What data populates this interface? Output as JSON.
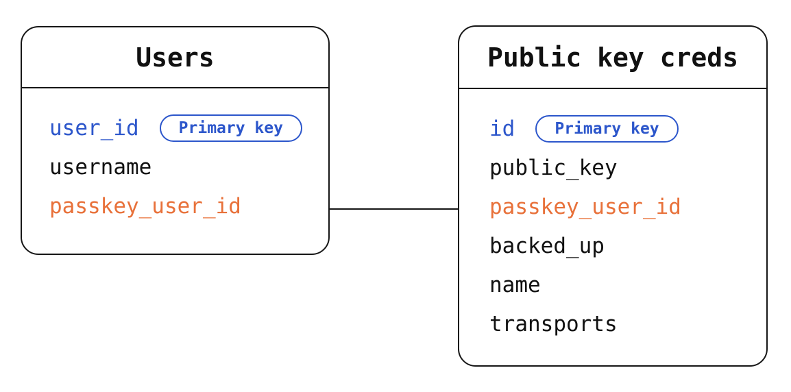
{
  "diagram": {
    "background": "#ffffff",
    "stroke_color": "#161616",
    "colors": {
      "primary": "#2c56cb",
      "default": "#111111",
      "foreign": "#e8713a"
    },
    "tables": [
      {
        "title": "Users",
        "fields": [
          {
            "name": "user_id",
            "color": "primary",
            "badge": "Primary key"
          },
          {
            "name": "username",
            "color": "default"
          },
          {
            "name": "passkey_user_id",
            "color": "foreign"
          }
        ]
      },
      {
        "title": "Public key creds",
        "fields": [
          {
            "name": "id",
            "color": "primary",
            "badge": "Primary key"
          },
          {
            "name": "public_key",
            "color": "default"
          },
          {
            "name": "passkey_user_id",
            "color": "foreign"
          },
          {
            "name": "backed_up",
            "color": "default"
          },
          {
            "name": "name",
            "color": "default"
          },
          {
            "name": "transports",
            "color": "default"
          }
        ]
      }
    ],
    "relationship": {
      "from": "Users.passkey_user_id",
      "to": "Public key creds.passkey_user_id"
    }
  }
}
